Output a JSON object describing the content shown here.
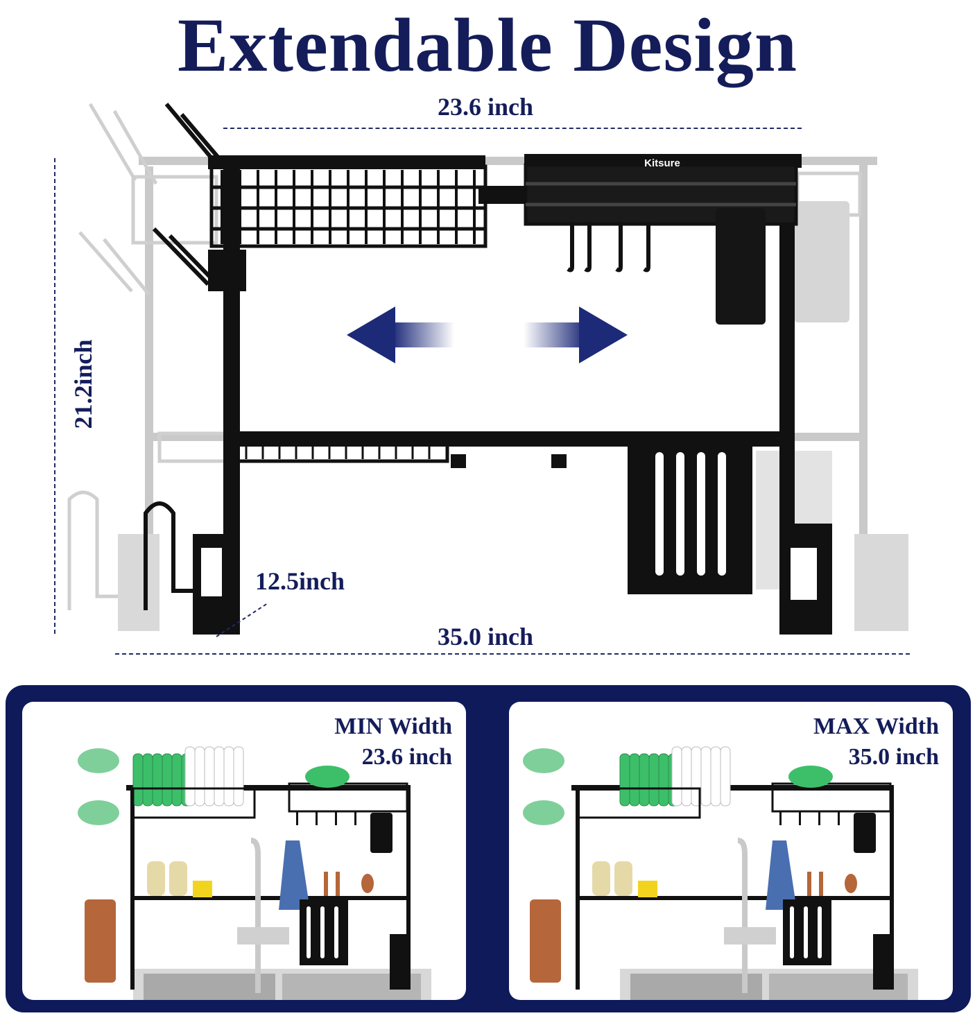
{
  "title": "Extendable Design",
  "brand": "Kitsure",
  "dimensions": {
    "top_width": "23.6 inch",
    "bottom_width": "35.0 inch",
    "height": "21.2inch",
    "depth": "12.5inch"
  },
  "cards": [
    {
      "label": "MIN Width",
      "value": "23.6 inch"
    },
    {
      "label": "MAX Width",
      "value": "35.0 inch"
    }
  ],
  "colors": {
    "navy": "#141d5a",
    "panel": "#0e1a5a",
    "rack": "#111111",
    "ghost": "#c8c8c8",
    "plate_green": "#3dbf6a",
    "cup_green": "#7fcf9a",
    "wood": "#b5663a"
  }
}
